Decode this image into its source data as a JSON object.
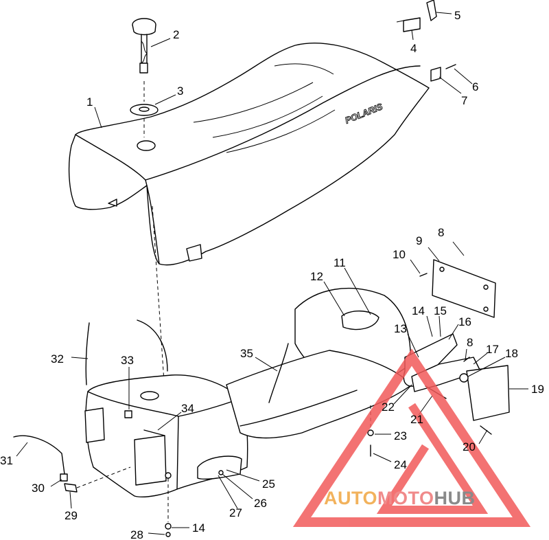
{
  "diagram": {
    "brand_mark": "POLARIS",
    "callouts": [
      {
        "id": "c1",
        "label": "1"
      },
      {
        "id": "c2",
        "label": "2"
      },
      {
        "id": "c3",
        "label": "3"
      },
      {
        "id": "c4",
        "label": "4"
      },
      {
        "id": "c5",
        "label": "5"
      },
      {
        "id": "c6",
        "label": "6"
      },
      {
        "id": "c7",
        "label": "7"
      },
      {
        "id": "c8a",
        "label": "8"
      },
      {
        "id": "c8b",
        "label": "8"
      },
      {
        "id": "c9",
        "label": "9"
      },
      {
        "id": "c10",
        "label": "10"
      },
      {
        "id": "c11",
        "label": "11"
      },
      {
        "id": "c12",
        "label": "12"
      },
      {
        "id": "c13",
        "label": "13"
      },
      {
        "id": "c14a",
        "label": "14"
      },
      {
        "id": "c14b",
        "label": "14"
      },
      {
        "id": "c15",
        "label": "15"
      },
      {
        "id": "c16",
        "label": "16"
      },
      {
        "id": "c17",
        "label": "17"
      },
      {
        "id": "c18",
        "label": "18"
      },
      {
        "id": "c19",
        "label": "19"
      },
      {
        "id": "c20",
        "label": "20"
      },
      {
        "id": "c21",
        "label": "21"
      },
      {
        "id": "c22",
        "label": "22"
      },
      {
        "id": "c23",
        "label": "23"
      },
      {
        "id": "c24",
        "label": "24"
      },
      {
        "id": "c25",
        "label": "25"
      },
      {
        "id": "c26",
        "label": "26"
      },
      {
        "id": "c27",
        "label": "27"
      },
      {
        "id": "c28",
        "label": "28"
      },
      {
        "id": "c29",
        "label": "29"
      },
      {
        "id": "c30",
        "label": "30"
      },
      {
        "id": "c31",
        "label": "31"
      },
      {
        "id": "c32",
        "label": "32"
      },
      {
        "id": "c33",
        "label": "33"
      },
      {
        "id": "c34",
        "label": "34"
      },
      {
        "id": "c35",
        "label": "35"
      }
    ]
  },
  "watermark": {
    "word_a": "AUTO",
    "word_b": "MOTO",
    "word_c": "HUB",
    "color_a": "#F2B25C",
    "color_b": "#F08A8A",
    "color_c": "#8A8A8A",
    "triangle_color": "#F15A5A"
  }
}
